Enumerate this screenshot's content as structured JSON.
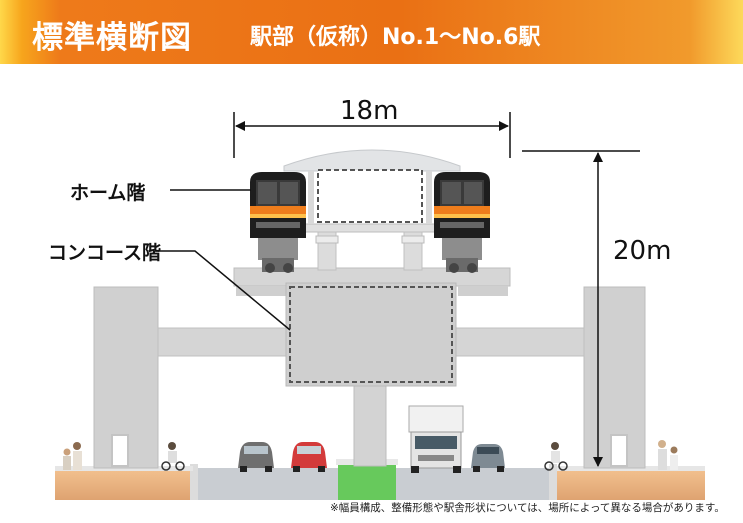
{
  "header": {
    "title": "標準横断図",
    "subtitle": "駅部（仮称）No.1～No.6駅"
  },
  "labels": {
    "platform_level": "ホーム階",
    "concourse_level": "コンコース階"
  },
  "dimensions": {
    "width": "18m",
    "height": "20m"
  },
  "footnote": "※幅員構成、整備形態や駅舎形状については、場所によって異なる場合があります。",
  "colors": {
    "header_orange": "#ea7014",
    "structure_gray": "#d0d0d0",
    "ground_brown": "#e9b27f",
    "median_green": "#67c95c",
    "train_orange_stripe": "#ef7d1c"
  }
}
